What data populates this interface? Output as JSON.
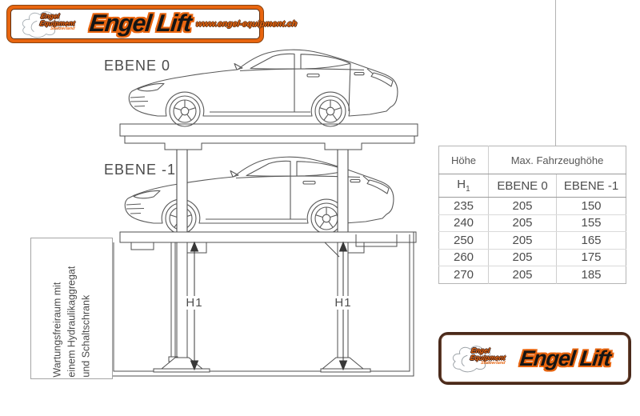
{
  "header_logo": {
    "brand": "Engel Lift",
    "url": "www.engel-equipment.ch",
    "wing_line1": "Engel",
    "wing_line2": "Equipment",
    "wing_line3": "Switzerland"
  },
  "footer_logo": {
    "brand": "Engel Lift",
    "wing_line1": "Engel",
    "wing_line2": "Equipment",
    "wing_line3": "Switzerland"
  },
  "diagram": {
    "level0_label": "EBENE 0",
    "level_minus1_label": "EBENE -1",
    "dimension_label": "H1",
    "maintenance_note_lines": [
      "Wartungsfreiraum mit",
      "einem Hydraulikaggregat",
      "und Schaltschrank"
    ]
  },
  "table": {
    "col1_header": "Höhe",
    "span_header": "Max. Fahrzeughöhe",
    "h1_base": "H",
    "h1_sub": "1",
    "col2_header": "EBENE 0",
    "col3_header": "EBENE -1",
    "rows": [
      [
        "235",
        "205",
        "150"
      ],
      [
        "240",
        "205",
        "155"
      ],
      [
        "250",
        "205",
        "165"
      ],
      [
        "260",
        "205",
        "175"
      ],
      [
        "270",
        "205",
        "185"
      ]
    ]
  },
  "colors": {
    "accent_orange": "#e8650f",
    "logo_brown": "#4a2a1b",
    "drawing_gray": "#4f4f4f"
  }
}
